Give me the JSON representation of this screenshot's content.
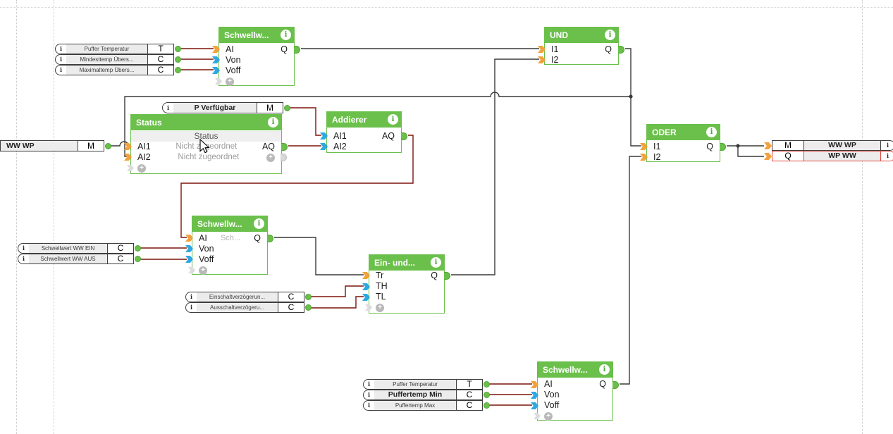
{
  "ui": {
    "info_glyph": "i",
    "plus_glyph": "+"
  },
  "blocks": {
    "schwellwert_top": {
      "title": "Schwellw...",
      "inputs": [
        "AI",
        "Von",
        "Voff"
      ],
      "output": "Q"
    },
    "und": {
      "title": "UND",
      "inputs": [
        "I1",
        "I2"
      ],
      "output": "Q"
    },
    "status": {
      "title": "Status",
      "subtitle": "Status",
      "rows": [
        {
          "input": "AI1",
          "value": "Nicht zugeordnet",
          "output": "AQ"
        },
        {
          "input": "AI2",
          "value": "Nicht zugeordnet"
        }
      ]
    },
    "addierer": {
      "title": "Addierer",
      "inputs": [
        "AI1",
        "AI2"
      ],
      "output": "AQ"
    },
    "oder": {
      "title": "ODER",
      "inputs": [
        "I1",
        "I2"
      ],
      "output": "Q"
    },
    "schwellwert_mid": {
      "title": "Schwellw...",
      "inputs": [
        "AI",
        "Von",
        "Voff"
      ],
      "hint": "Sch...",
      "output": "Q"
    },
    "ein_aus": {
      "title": "Ein- und...",
      "inputs": [
        "Tr",
        "TH",
        "TL"
      ],
      "output": "Q"
    },
    "schwellwert_bottom": {
      "title": "Schwellw...",
      "inputs": [
        "AI",
        "Von",
        "Voff"
      ],
      "output": "Q"
    }
  },
  "inputs": {
    "puffer_temperatur_top": {
      "label": "Puffer Temperatur",
      "type": "T"
    },
    "mindesttemp": {
      "label": "Mindesttemp Übers...",
      "type": "C"
    },
    "maximaltemp": {
      "label": "Maximaltemp Übers...",
      "type": "C"
    },
    "p_verfuegbar": {
      "label": "P Verfügbar",
      "type": "M"
    },
    "ww_wp": {
      "label": "WW WP",
      "type": "M"
    },
    "schwellwert_ww_ein": {
      "label": "Schwellwert WW EIN",
      "type": "C"
    },
    "schwellwert_ww_aus": {
      "label": "Schwellwert WW AUS",
      "type": "C"
    },
    "einschaltverzoegerung": {
      "label": "Einschaltverzögerun...",
      "type": "C"
    },
    "ausschaltverzoegerung": {
      "label": "Ausschaltverzögeru...",
      "type": "C"
    },
    "puffer_temperatur_bottom": {
      "label": "Puffer Temperatur",
      "type": "T"
    },
    "puffertemp_min": {
      "label": "Puffertemp Min",
      "type": "C"
    },
    "puffertemp_max": {
      "label": "Puffertemp Max",
      "type": "C"
    }
  },
  "outputs": {
    "ww_wp": {
      "type": "M",
      "label": "WW WP"
    },
    "wp_ww": {
      "type": "Q",
      "label": "WP WW"
    }
  },
  "colors": {
    "block_green": "#6ac04a",
    "connector_orange": "#f2a23c",
    "connector_cyan": "#2fa8e1",
    "wire_red": "#7b130c",
    "wire_black": "#3a3a3a",
    "alert_red": "#e0483e"
  }
}
